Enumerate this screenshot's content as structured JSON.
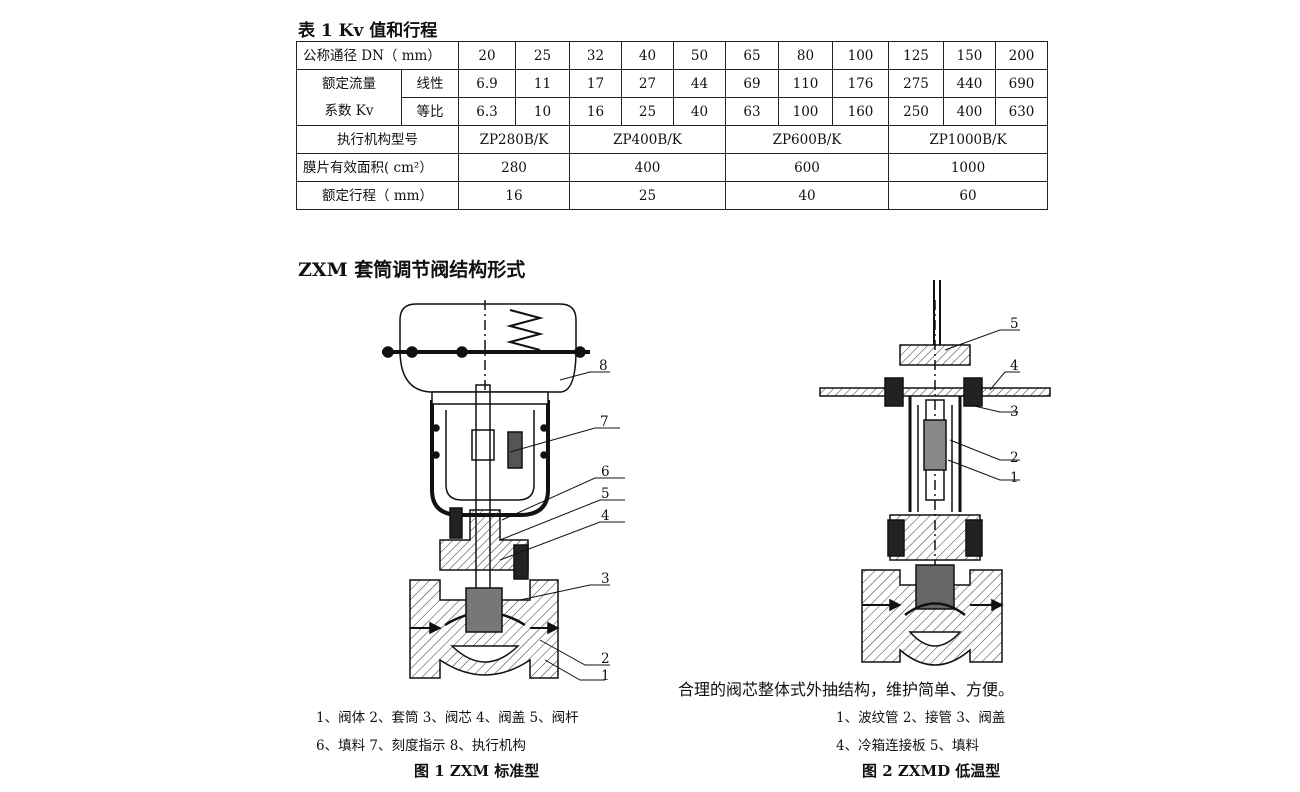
{
  "table": {
    "title": "表 1  Kv 值和行程",
    "dn_label": "公称通径 DN（ mm）",
    "dn_values": [
      "20",
      "25",
      "32",
      "40",
      "50",
      "65",
      "80",
      "100",
      "125",
      "150",
      "200"
    ],
    "flow_label_1": "额定流量",
    "flow_label_2": "系数 Kv",
    "linear_label": "线性",
    "linear_values": [
      "6.9",
      "11",
      "17",
      "27",
      "44",
      "69",
      "110",
      "176",
      "275",
      "440",
      "690"
    ],
    "equal_label": "等比",
    "equal_values": [
      "6.3",
      "10",
      "16",
      "25",
      "40",
      "63",
      "100",
      "160",
      "250",
      "400",
      "630"
    ],
    "actuator_label": "执行机构型号",
    "actuator_values": [
      "ZP280B/K",
      "ZP400B/K",
      "ZP600B/K",
      "ZP1000B/K"
    ],
    "area_label": "膜片有效面积( cm²）",
    "area_values": [
      "280",
      "400",
      "600",
      "1000"
    ],
    "stroke_label": "额定行程（ mm）",
    "stroke_values": [
      "16",
      "25",
      "40",
      "60"
    ]
  },
  "section_title": "ZXM 套筒调节阀结构形式",
  "figure1": {
    "callouts": [
      "8",
      "7",
      "6",
      "5",
      "4",
      "3",
      "2",
      "1"
    ],
    "legend_line1": "1、阀体 2、套筒 3、阀芯 4、阀盖 5、阀杆",
    "legend_line2": "6、填料 7、刻度指示 8、执行机构",
    "caption": "图 1  ZXM 标准型"
  },
  "figure2": {
    "callouts": [
      "5",
      "4",
      "3",
      "2",
      "1"
    ],
    "note": "合理的阀芯整体式外抽结构，维护简单、方便。",
    "legend_line1": "1、波纹管 2、接管 3、阀盖",
    "legend_line2": "4、冷箱连接板 5、填料",
    "caption": "图 2  ZXMD 低温型"
  }
}
